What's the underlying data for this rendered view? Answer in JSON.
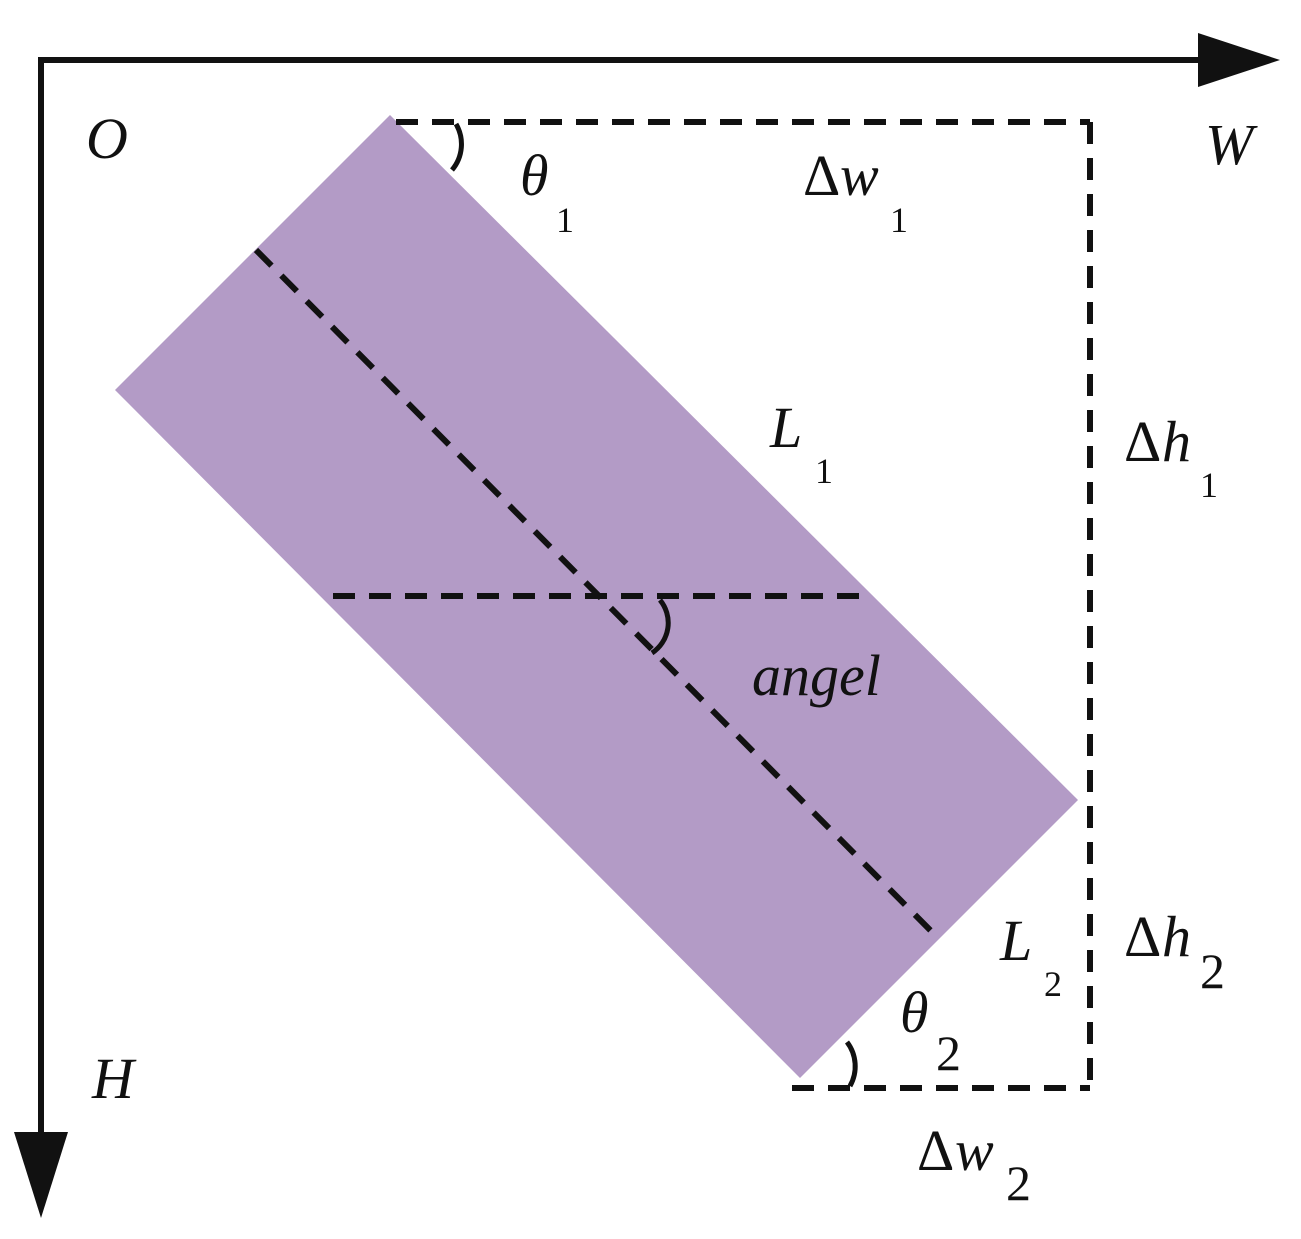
{
  "labels": {
    "origin": "O",
    "w_axis": "W",
    "h_axis": "H",
    "theta1": {
      "main": "θ",
      "sub": "1"
    },
    "theta2": {
      "main": "θ",
      "sub": "2"
    },
    "dw1": {
      "delta": "Δ",
      "main": "w",
      "sub": "1"
    },
    "dw2": {
      "delta": "Δ",
      "main": "w",
      "sub": "2"
    },
    "dh1": {
      "delta": "Δ",
      "main": "h",
      "sub": "1"
    },
    "dh2": {
      "delta": "Δ",
      "main": "h",
      "sub": "2"
    },
    "l1": {
      "main": "L",
      "sub": "1"
    },
    "l2": {
      "main": "L",
      "sub": "2"
    },
    "angle": "angel"
  },
  "colors": {
    "rectangle_fill": "#b39bc6",
    "line": "#111111"
  }
}
